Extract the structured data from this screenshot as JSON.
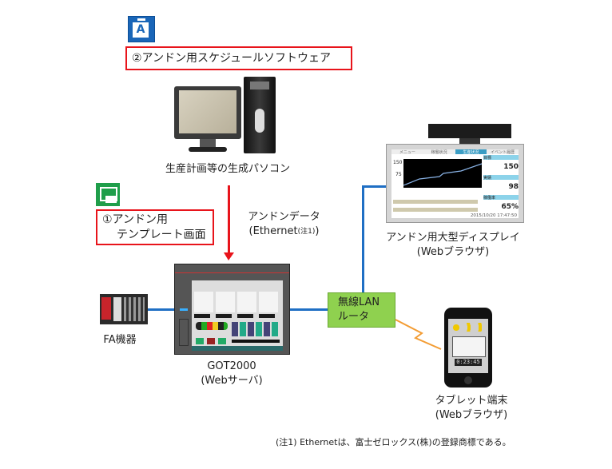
{
  "software_label": "②アンドン用スケジュールソフトウェア",
  "software_icon_letter": "A",
  "pc_label": "生産計画等の生成パソコン",
  "template_label": [
    "①アンドン用",
    "テンプレート画面"
  ],
  "data_flow_label": [
    "アンドンデータ",
    "(Ethernet",
    "(注1)",
    ")"
  ],
  "got": {
    "name": "GOT2000",
    "role": "(Webサーバ)"
  },
  "fa_label": "FA機器",
  "router_label": [
    "無線LAN",
    "ルータ"
  ],
  "display": {
    "label": "アンドン用大型ディスプレイ",
    "role": "(Webブラウザ)",
    "screen": {
      "tabs": [
        "メニュー",
        "稼働状況",
        "生産状況",
        "イベント履歴"
      ],
      "active_tab": 2,
      "y_ticks": [
        "150",
        "75"
      ],
      "stats": [
        {
          "label": "目標",
          "value": "150"
        },
        {
          "label": "実績",
          "value": "98"
        },
        {
          "label": "稼働率",
          "value": "65%"
        }
      ],
      "timestamp": "2015/10/20 17:47:50"
    }
  },
  "tablet": {
    "label": "タブレット端末",
    "role": "(Webブラウザ)",
    "counter": "0:23:45"
  },
  "footnote": "(注1) Ethernetは、富士ゼロックス(株)の登録商標である。",
  "colors": {
    "highlight_box": "#e8141b",
    "network_line": "#1f6fc4",
    "router": "#8fd14f",
    "wireless": "#f39c33",
    "data_arrow": "#e8141b"
  }
}
